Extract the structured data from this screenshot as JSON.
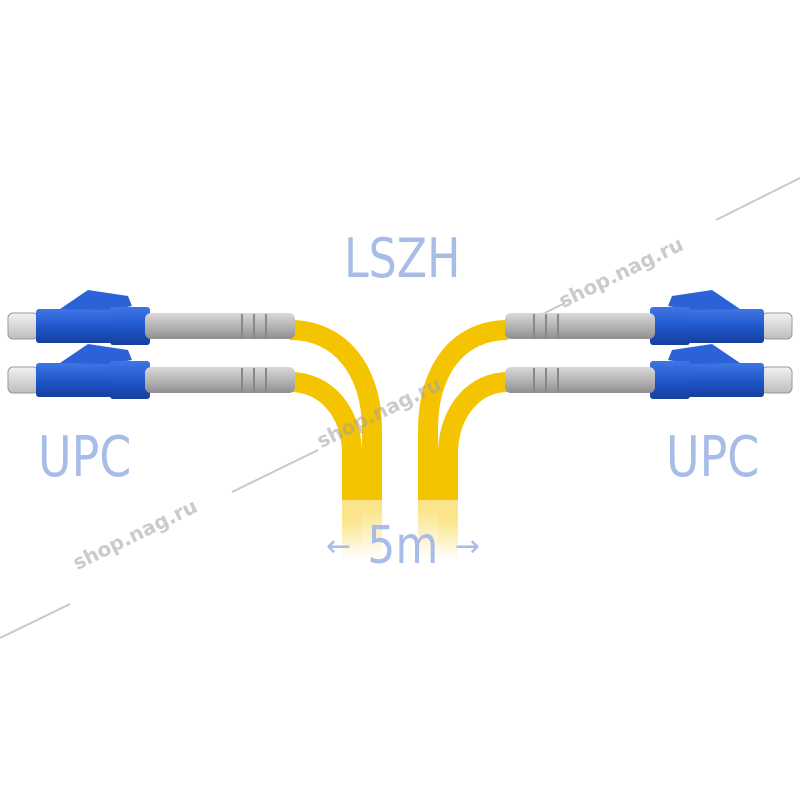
{
  "product": {
    "jacket_label": "LSZH",
    "polish_left": "UPC",
    "polish_right": "UPC",
    "length_value": "5m",
    "arrow_left": "←",
    "arrow_right": "→"
  },
  "watermark": {
    "text": "shop.nag.ru"
  },
  "colors": {
    "cable": "#f5c400",
    "connector": "#1f55c9",
    "boot": "#b9b9b9",
    "label_text": "#a7bde8",
    "watermark": "#a0a0a0"
  },
  "icons": [
    "lc-connector-icon",
    "fiber-cable-icon"
  ]
}
